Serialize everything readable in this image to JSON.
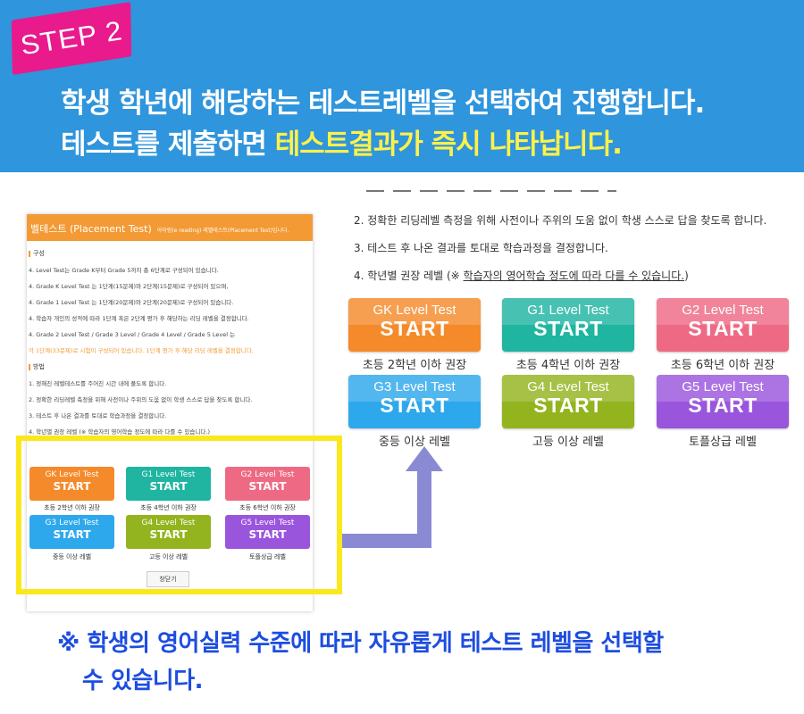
{
  "header": {
    "step_label": "STEP 2",
    "line1": "학생 학년에 해당하는 테스트레벨을 선택하여 진행합니다.",
    "line2_prefix": "테스트를 제출하면 ",
    "line2_highlight": "테스트결과가 즉시 나타납니다."
  },
  "popup": {
    "title": "벨테스트 (Placement Test)",
    "subtitle": "아이링(e reading) 레벨테스트(Placement Test)입니다.",
    "section1": "구성",
    "lines": [
      "4. Level Test는 Grade K부터 Grade 5까지 총 6단계로 구성되어 있습니다.",
      "4. Grade K Level Test 는 1단계(15문제)와 2단계(15문제)로 구성되어 있으며,",
      "4. Grade 1 Level Test 는 1단계(20문제)와 2단계(20문제)로 구성되어 있습니다.",
      "4. 학습자 개인의 성적에 따라 1단계 혹은 2단계 평가 후 해당하는 리딩 레벨을 결정합니다.",
      "4. Grade 2 Level Test / Grade 3 Level / Grade 4 Level / Grade 5 Level 는",
      "각 1단계(33문제)로 시험이 구성되어 있습니다. 1단계 평가 후 해당 리딩 레벨을 결정합니다."
    ],
    "section2": "방법",
    "method_lines": [
      "1. 정해진 레벨테스트를 주어진 시간 내에 풀도록 합니다.",
      "2. 정확한 리딩레벨 측정을 위해 사전이나 주위의 도움 없이 학생 스스로 답을 찾도록 합니다.",
      "3. 테스트 후 나온 결과를 토대로 학습과정을 결정합니다.",
      "4. 학년별 권장 레벨 (※ 학습자의 영어학습 정도에 따라 다를 수 있습니다.)"
    ],
    "close_label": "창닫기"
  },
  "instructions": {
    "line2": "2. 정확한 리딩레벨 측정을 위해 사전이나 주위의 도움 없이 학생 스스로 답을 찾도록 합니다.",
    "line3": "3. 테스트 후 나온 결과를 토대로 학습과정을 결정합니다.",
    "line4_prefix": "4. 학년별 권장 레벨 (※ ",
    "line4_underlined": "학습자의 영어학습 정도에 따라 다를 수 있습니다.",
    "line4_suffix": ")"
  },
  "levels": [
    {
      "title": "GK Level Test",
      "action": "START",
      "caption": "초등 2학년 이하 권장",
      "color": "#f58a2a"
    },
    {
      "title": "G1 Level Test",
      "action": "START",
      "caption": "초등 4학년 이하 권장",
      "color": "#1fb5a1"
    },
    {
      "title": "G2 Level Test",
      "action": "START",
      "caption": "초등 6학년 이하 권장",
      "color": "#ee6a84"
    },
    {
      "title": "G3 Level Test",
      "action": "START",
      "caption": "중등 이상 레벨",
      "color": "#2ea8ec"
    },
    {
      "title": "G4 Level Test",
      "action": "START",
      "caption": "고등 이상 레벨",
      "color": "#93b41e"
    },
    {
      "title": "G5 Level Test",
      "action": "START",
      "caption": "토플상급 레벨",
      "color": "#9a55dd"
    }
  ],
  "footer": {
    "line1": "※ 학생의 영어실력 수준에 따라 자유롭게 테스트 레벨을 선택할",
    "line2": "수 있습니다."
  }
}
